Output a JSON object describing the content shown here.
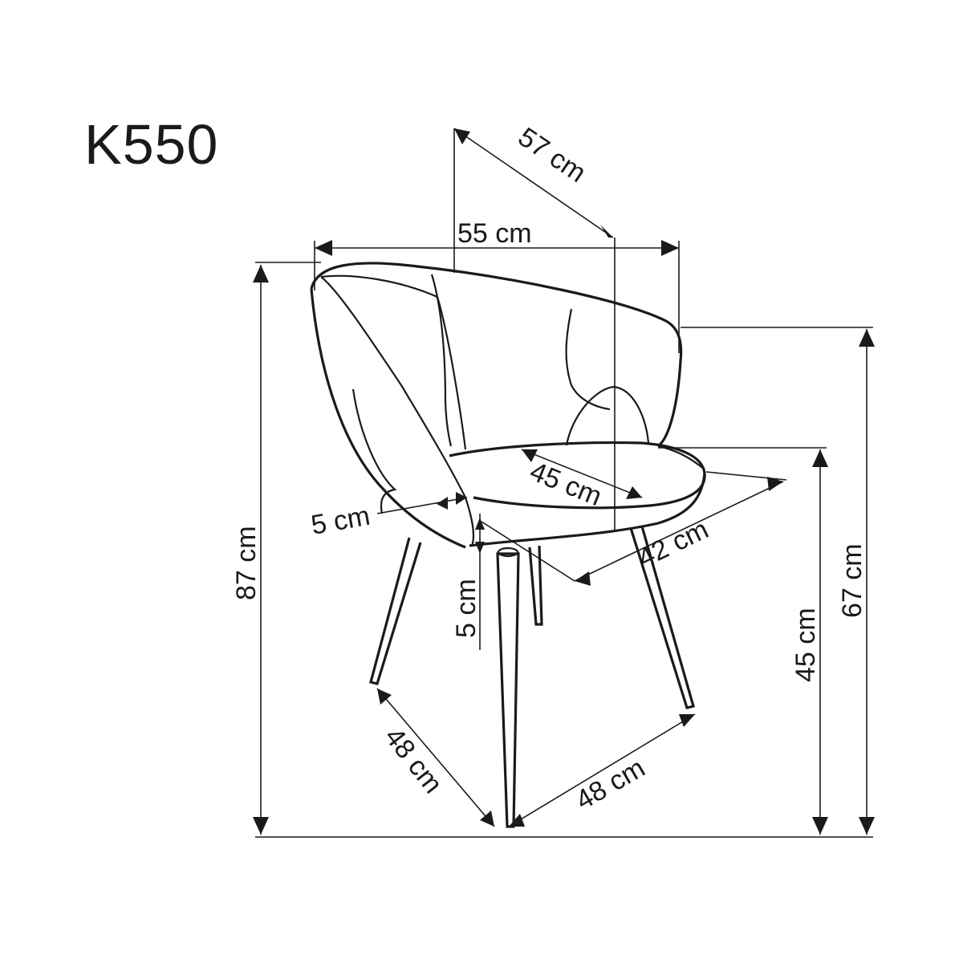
{
  "title": "K550",
  "dimensions": {
    "depth_top": "57 cm",
    "width_top": "55 cm",
    "total_height": "87 cm",
    "armrest_height": "67 cm",
    "seat_height": "45 cm",
    "seat_depth": "45 cm",
    "seat_width": "42 cm",
    "frame_thickness": "5 cm",
    "seat_thickness": "5 cm",
    "leg_base_side": "48 cm",
    "leg_base_front": "48 cm"
  },
  "colors": {
    "line": "#1a1a1a",
    "background": "#ffffff"
  }
}
